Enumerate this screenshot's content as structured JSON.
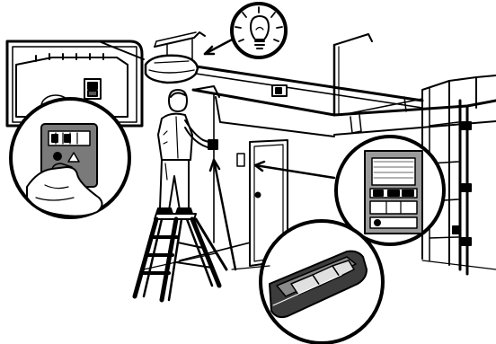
{
  "figure": {
    "colors": {
      "ink": "#000000",
      "paper": "#ffffff",
      "shade": "#9a9a9a",
      "dark": "#3c3c3c"
    },
    "icons": [
      "light-bulb-icon",
      "garage-door-opener-unit",
      "learn-button-icon",
      "wall-control-panel",
      "remote-control-transmitter",
      "stepladder",
      "person-programming-opener",
      "garage-door",
      "pointer-arrow-icon"
    ]
  }
}
